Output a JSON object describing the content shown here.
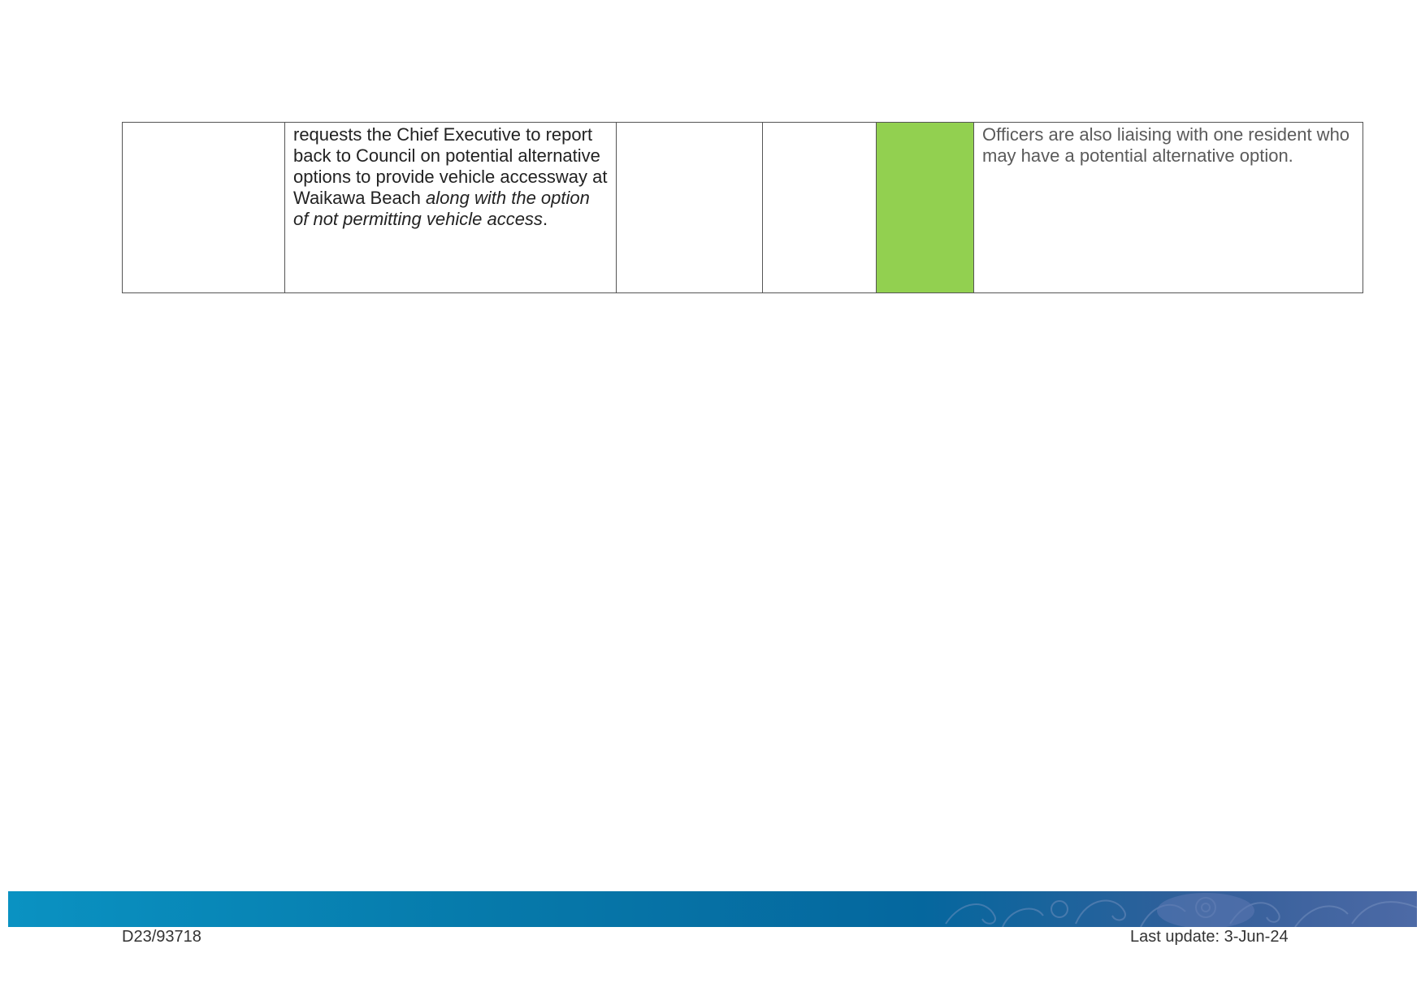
{
  "table": {
    "row": {
      "resolution_text": "requests the Chief Executive to report back to Council on potential alternative options to provide vehicle accessway at Waikawa Beach ",
      "resolution_text_italic": "along with the option of not permitting vehicle access",
      "resolution_text_end": ".",
      "status_color": "#92d050",
      "comment": "Officers are also liaising with one resident who may have a potential alternative option."
    }
  },
  "footer": {
    "doc_id": "D23/93718",
    "last_update": "Last update: 3-Jun-24",
    "band_color_start": "#0a92c2",
    "band_color_end": "#4d6aa6"
  }
}
